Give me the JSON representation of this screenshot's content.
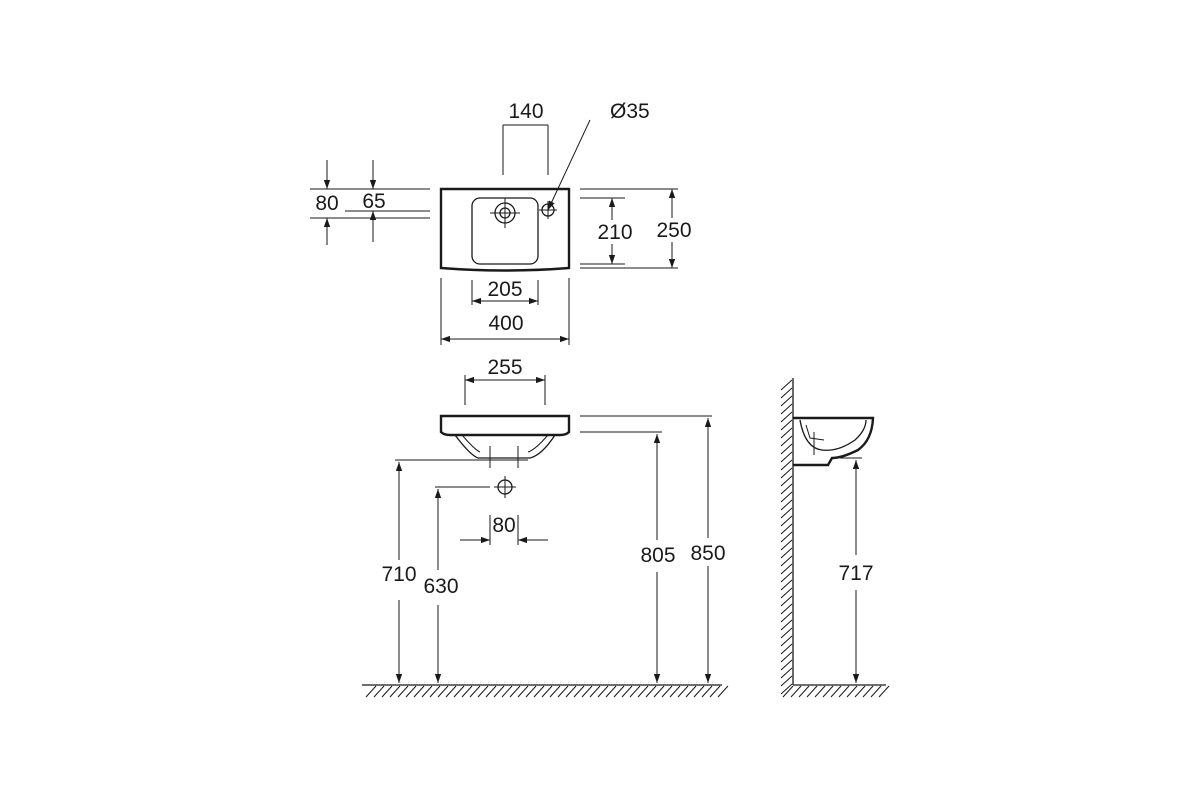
{
  "top_view": {
    "hole_spacing": "140",
    "hole_diameter": "Ø35",
    "top_offset_outer": "80",
    "top_offset_inner": "65",
    "bowl_depth": "210",
    "total_depth": "250",
    "bowl_width": "205",
    "total_width": "400"
  },
  "front_view": {
    "drain_width": "255",
    "spacing": "80",
    "drain_height": "710",
    "trap_height": "630",
    "underside_height": "805",
    "rim_height": "850"
  },
  "side_view": {
    "mount_height": "717"
  }
}
